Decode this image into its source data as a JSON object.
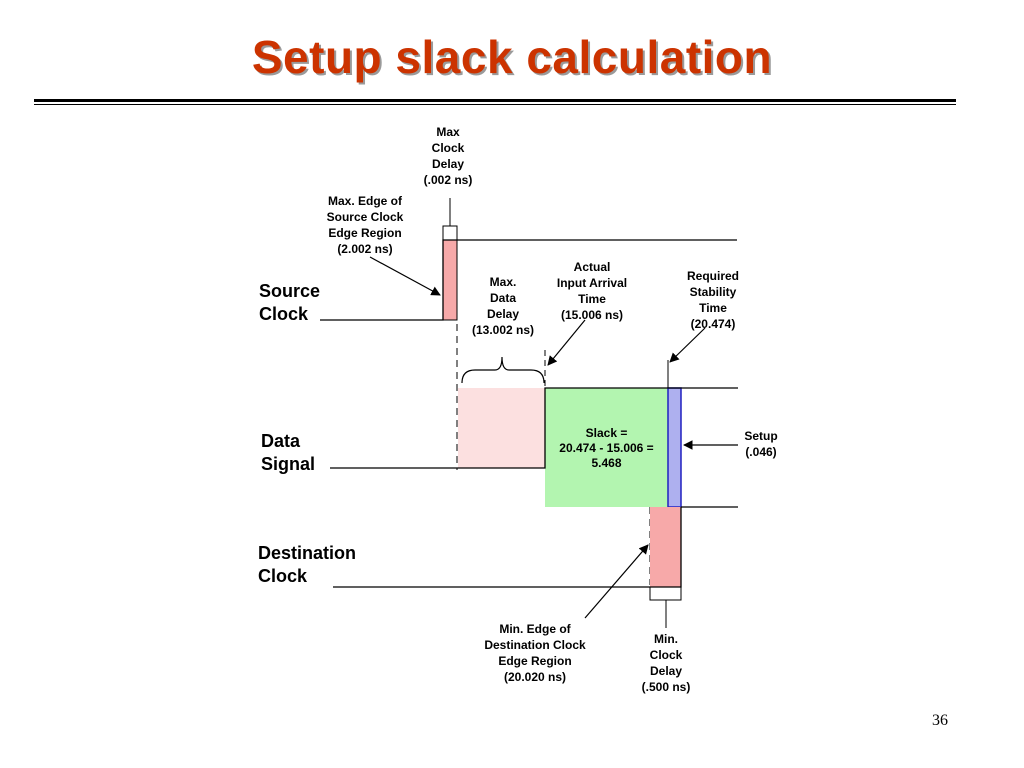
{
  "slide": {
    "title": "Setup slack calculation",
    "page_number": "36"
  },
  "signals": {
    "source_clock": [
      "Source",
      "Clock"
    ],
    "data_signal": [
      "Data",
      "Signal"
    ],
    "destination_clock": [
      "Destination",
      "Clock"
    ]
  },
  "annotations": {
    "max_clock_delay": [
      "Max",
      "Clock",
      "Delay",
      "(.002 ns)"
    ],
    "max_edge_source": [
      "Max. Edge of",
      "Source Clock",
      "Edge Region",
      "(2.002 ns)"
    ],
    "max_data_delay": [
      "Max.",
      "Data",
      "Delay",
      "(13.002 ns)"
    ],
    "actual_arrival": [
      "Actual",
      "Input Arrival",
      "Time",
      "(15.006 ns)"
    ],
    "required_stability": [
      "Required",
      "Stability",
      "Time",
      "(20.474)"
    ],
    "slack": [
      "Slack =",
      "20.474 - 15.006 =",
      "5.468"
    ],
    "setup": [
      "Setup",
      "(.046)"
    ],
    "min_edge_destination": [
      "Min. Edge of",
      "Destination Clock",
      "Edge Region",
      "(20.020 ns)"
    ],
    "min_clock_delay": [
      "Min.",
      "Clock",
      "Delay",
      "(.500 ns)"
    ]
  },
  "colors": {
    "title": "#cc3300",
    "clock_region": "#f7a9a9",
    "data_delay_region": "#fce0e0",
    "slack_region": "#b3f5b0",
    "setup_region": "#aeb0ef",
    "setup_border": "#2020c0"
  }
}
